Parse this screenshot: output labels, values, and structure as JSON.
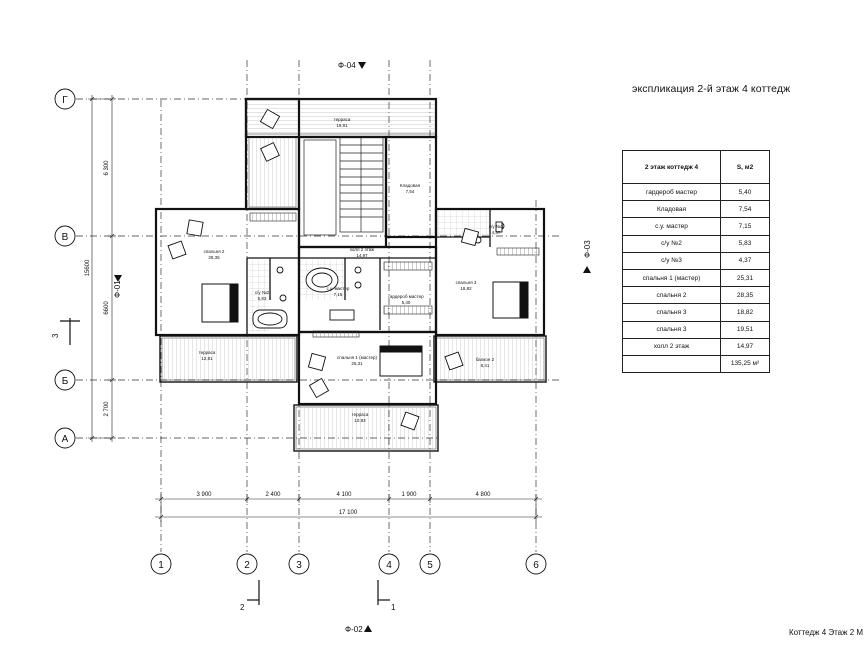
{
  "title": "экспликация 2-й этаж 4 коттедж",
  "table": {
    "header_name": "2 этаж коттедж 4",
    "header_area": "S, м2",
    "rows": [
      {
        "name": "гардероб мастер",
        "area": "5,40"
      },
      {
        "name": "Кладовая",
        "area": "7,54"
      },
      {
        "name": "с.у. мастер",
        "area": "7,15"
      },
      {
        "name": "с/у №2",
        "area": "5,83"
      },
      {
        "name": "с/у №3",
        "area": "4,37"
      },
      {
        "name": "спальня 1 (мастер)",
        "area": "25,31"
      },
      {
        "name": "спальня 2",
        "area": "28,35"
      },
      {
        "name": "спальня 3",
        "area": "18,82"
      },
      {
        "name": "спальня 3",
        "area": "19,51"
      },
      {
        "name": "холл 2 этаж",
        "area": "14,97"
      }
    ],
    "total": "135,25 м²"
  },
  "axes_vertical": [
    "1",
    "2",
    "3",
    "4",
    "5",
    "6"
  ],
  "axes_horizontal": [
    "Г",
    "В",
    "Б",
    "А"
  ],
  "dimensions_bottom": [
    "3 900",
    "2 400",
    "4 100",
    "1 900",
    "4 800"
  ],
  "dimension_total_bottom": "17 100",
  "dimensions_left": [
    "6 300",
    "6600",
    "2 700"
  ],
  "dimension_total_left": "15600",
  "facades": {
    "top": "Ф-04",
    "bottom": "Ф-02",
    "left": "Ф-01",
    "right": "Ф-03"
  },
  "sections": {
    "left": "3",
    "bottom_left": "2",
    "bottom_right": "1"
  },
  "rooms": {
    "terrace_top": {
      "name": "терраса",
      "area": "19,91"
    },
    "storage": {
      "name": "Кладовая",
      "area": "7,54"
    },
    "bedroom2": {
      "name": "спальня 2",
      "area": "28,35"
    },
    "hall": {
      "name": "холл 2 этаж",
      "area": "14,97"
    },
    "bath2": {
      "name": "с/у №2",
      "area": "5,83"
    },
    "master_bath": {
      "name": "с.у. мастер",
      "area": "7,15"
    },
    "wardrobe": {
      "name": "гардероб мастер",
      "area": "5,40"
    },
    "bedroom3": {
      "name": "спальня 3",
      "area": "18,82"
    },
    "bath3": {
      "name": "с/у №3",
      "area": "4,37"
    },
    "terrace_left": {
      "name": "терраса",
      "area": "12,81"
    },
    "master_bedroom": {
      "name": "спальня 1 (мастер)",
      "area": "25,31"
    },
    "balcony": {
      "name": "балкон 2",
      "area": "8,41"
    },
    "terrace_bottom": {
      "name": "терраса",
      "area": "10,93"
    }
  },
  "footer": "Коттедж 4 Этаж 2 М 1"
}
